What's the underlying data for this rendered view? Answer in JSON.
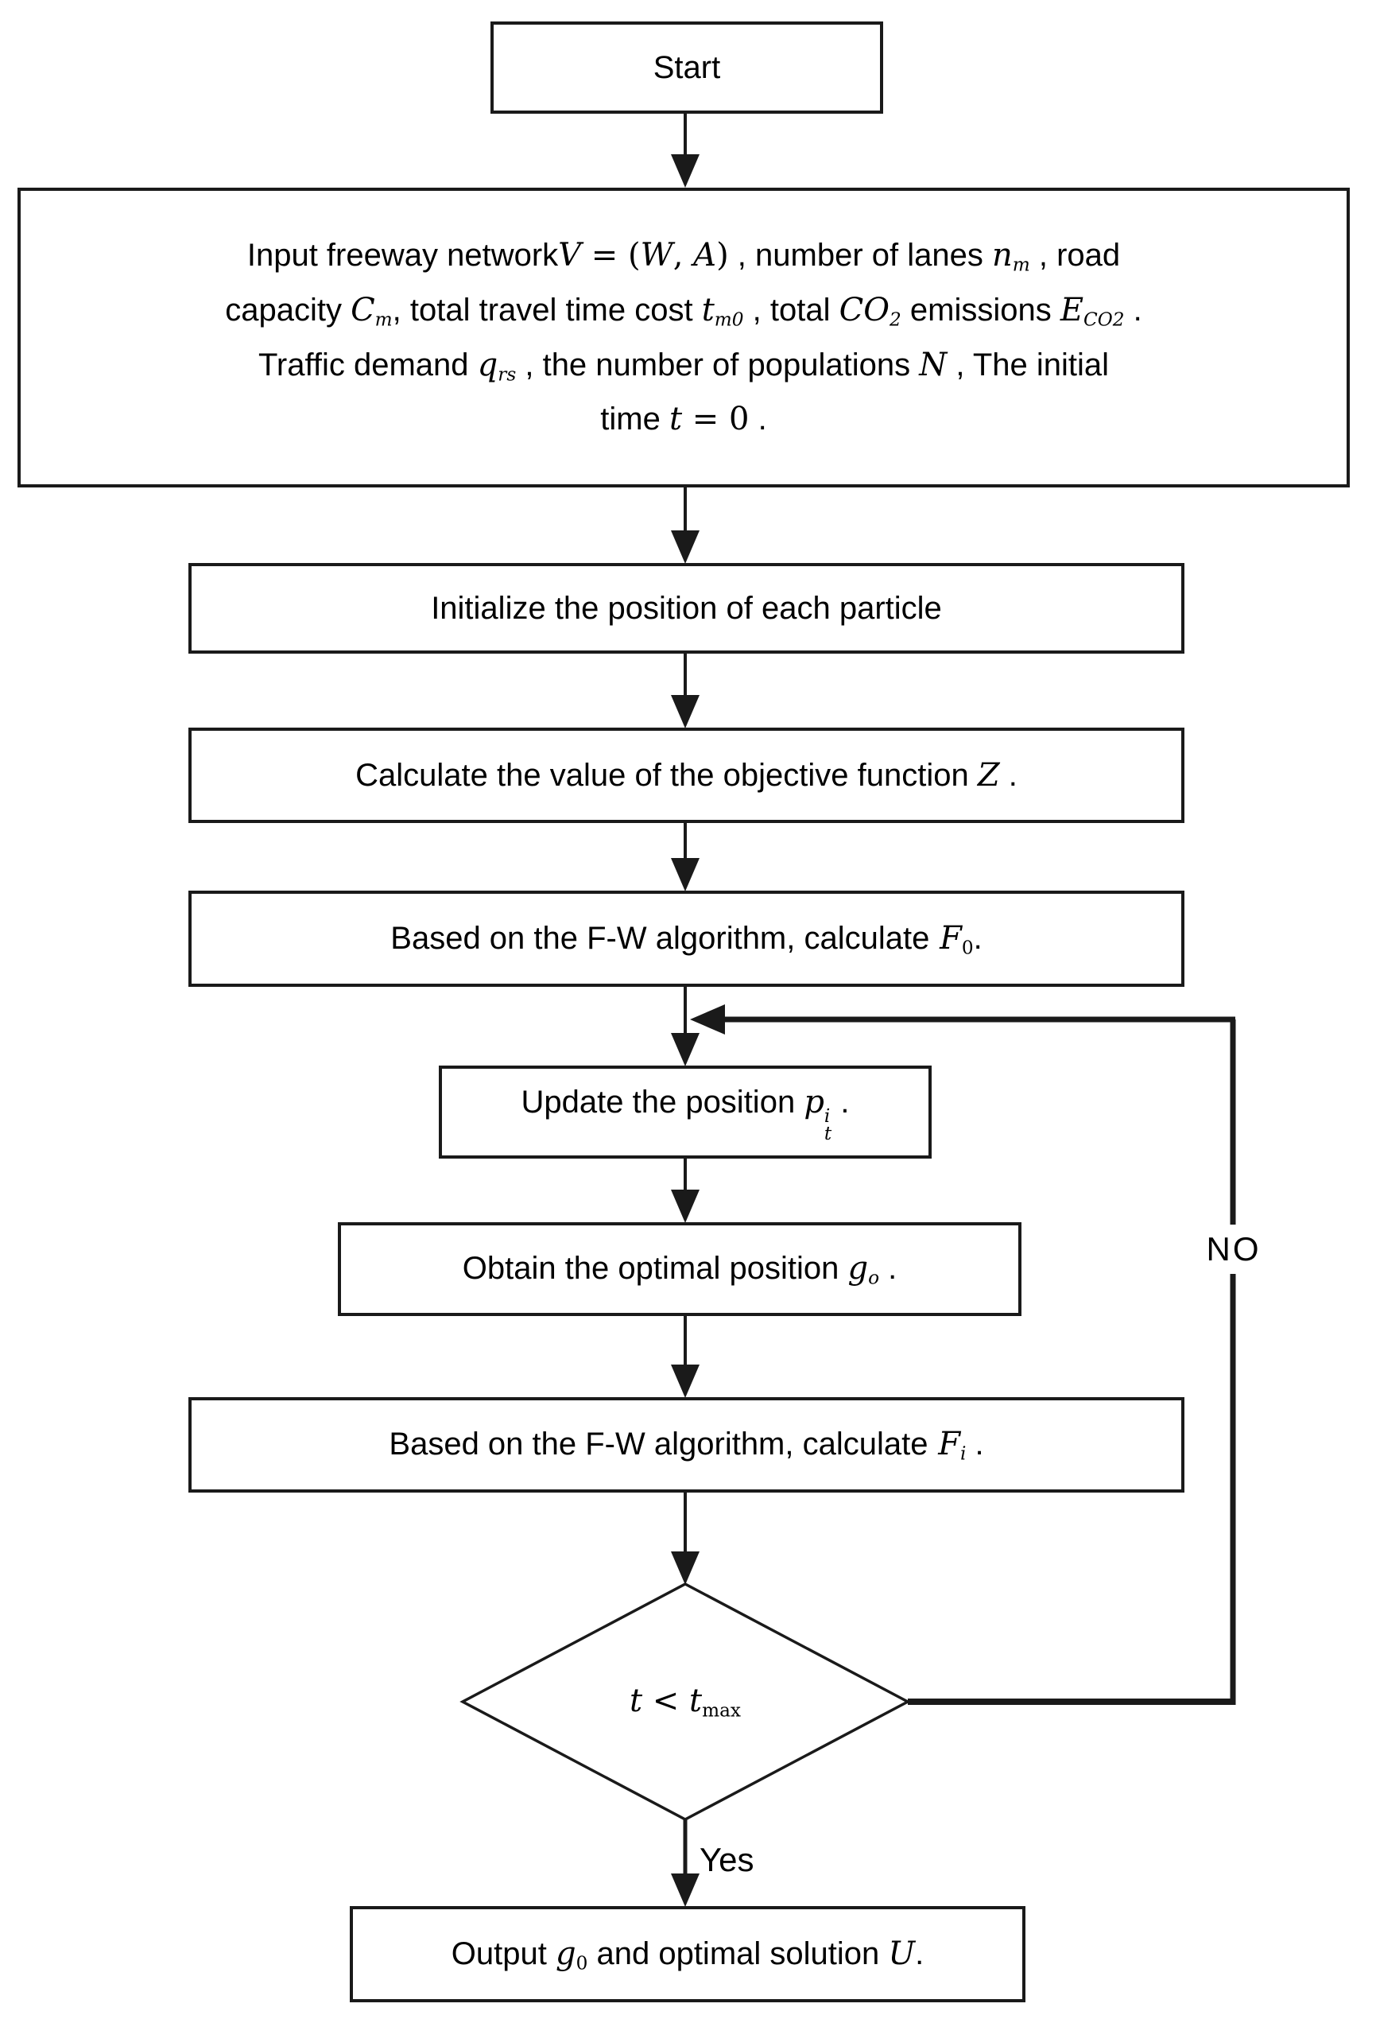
{
  "diagram": {
    "colors": {
      "line": "#1a1a1a",
      "background": "#ffffff"
    },
    "labels": {
      "no": "NO",
      "yes": "Yes"
    },
    "nodes": {
      "start": {
        "lines": [
          [
            {
              "t": "Start",
              "s": "n"
            }
          ]
        ]
      },
      "input": {
        "lines": [
          [
            {
              "t": "Input freeway network",
              "s": "n"
            },
            {
              "t": "V",
              "s": "i"
            },
            {
              "t": " = (",
              "s": "r"
            },
            {
              "t": "W",
              "s": "i"
            },
            {
              "t": ", ",
              "s": "r"
            },
            {
              "t": "A",
              "s": "i"
            },
            {
              "t": ")",
              "s": "r"
            },
            {
              "t": " , number of lanes ",
              "s": "n"
            },
            {
              "t": "n",
              "s": "i"
            },
            {
              "t": "m",
              "s": "sub"
            },
            {
              "t": " , road",
              "s": "n"
            }
          ],
          [
            {
              "t": "capacity ",
              "s": "n"
            },
            {
              "t": "C",
              "s": "i"
            },
            {
              "t": "m",
              "s": "sub"
            },
            {
              "t": ", total travel time cost ",
              "s": "n"
            },
            {
              "t": "t",
              "s": "i"
            },
            {
              "t": "m0",
              "s": "sub"
            },
            {
              "t": " , total ",
              "s": "n"
            },
            {
              "t": "CO",
              "s": "i"
            },
            {
              "t": "2",
              "s": "sub"
            },
            {
              "t": " emissions ",
              "s": "n"
            },
            {
              "t": "E",
              "s": "i"
            },
            {
              "t": "CO2",
              "s": "sub"
            },
            {
              "t": "  .",
              "s": "n"
            }
          ],
          [
            {
              "t": "Traffic demand ",
              "s": "n"
            },
            {
              "t": "q",
              "s": "i"
            },
            {
              "t": "rs",
              "s": "sub"
            },
            {
              "t": " , the number of populations ",
              "s": "n"
            },
            {
              "t": "N",
              "s": "i"
            },
            {
              "t": " , The initial",
              "s": "n"
            }
          ],
          [
            {
              "t": "time ",
              "s": "n"
            },
            {
              "t": "t",
              "s": "i"
            },
            {
              "t": " = 0",
              "s": "r"
            },
            {
              "t": " .",
              "s": "n"
            }
          ]
        ]
      },
      "init": {
        "lines": [
          [
            {
              "t": "Initialize the position of each particle",
              "s": "n"
            }
          ]
        ]
      },
      "calc": {
        "lines": [
          [
            {
              "t": "Calculate the value of the objective function ",
              "s": "n"
            },
            {
              "t": "Z",
              "s": "i"
            },
            {
              "t": " .",
              "s": "n"
            }
          ]
        ]
      },
      "fw0": {
        "lines": [
          [
            {
              "t": "Based on the F-W algorithm, calculate",
              "s": "n"
            },
            {
              "t": " F",
              "s": "i"
            },
            {
              "t": "0",
              "s": "subr"
            },
            {
              "t": ".",
              "s": "n"
            }
          ]
        ]
      },
      "update": {
        "lines": [
          [
            {
              "t": "Update the position ",
              "s": "n"
            },
            {
              "t": "p",
              "s": "i"
            },
            {
              "s": "stack",
              "sup": "i",
              "sub": "t"
            },
            {
              "t": " .",
              "s": "n"
            }
          ]
        ]
      },
      "obtain": {
        "lines": [
          [
            {
              "t": "Obtain the optimal position ",
              "s": "n"
            },
            {
              "t": "g",
              "s": "i"
            },
            {
              "t": "o",
              "s": "sub"
            },
            {
              "t": " .",
              "s": "n"
            }
          ]
        ]
      },
      "fwi": {
        "lines": [
          [
            {
              "t": "Based on the F-W algorithm, calculate",
              "s": "n"
            },
            {
              "t": " F",
              "s": "i"
            },
            {
              "t": "i",
              "s": "sub"
            },
            {
              "t": " .",
              "s": "n"
            }
          ]
        ]
      },
      "decision": {
        "lines": [
          [
            {
              "t": "t",
              "s": "i"
            },
            {
              "t": " < ",
              "s": "r"
            },
            {
              "t": "t",
              "s": "i"
            },
            {
              "t": "max",
              "s": "subr"
            }
          ]
        ]
      },
      "output": {
        "lines": [
          [
            {
              "t": "Output ",
              "s": "n"
            },
            {
              "t": "g",
              "s": "i"
            },
            {
              "t": "0",
              "s": "subr"
            },
            {
              "t": " and optimal solution ",
              "s": "n"
            },
            {
              "t": "U",
              "s": "i"
            },
            {
              "t": ".",
              "s": "n"
            }
          ]
        ]
      }
    }
  }
}
